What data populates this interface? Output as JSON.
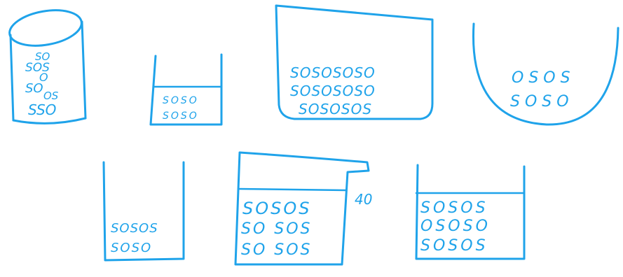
{
  "ink_color": "#1fa3ea",
  "containers": [
    {
      "id": "c1",
      "rows": [
        "SO",
        "SOS",
        "O",
        "SO",
        "OS",
        "SSO"
      ]
    },
    {
      "id": "c2",
      "rows": [
        "SOSO",
        "SOSO"
      ]
    },
    {
      "id": "c3",
      "rows": [
        "SOSOSOSO",
        "SOSOSOSO",
        "SOSOSOS"
      ]
    },
    {
      "id": "c4",
      "rows": [
        "OSOS",
        "SOSO"
      ]
    },
    {
      "id": "c5",
      "rows": [
        "SOSOS",
        "SOSO"
      ]
    },
    {
      "id": "c6",
      "rows": [
        "SOSOS",
        "SO SOS",
        "SO SOS"
      ],
      "annotation": "40"
    },
    {
      "id": "c7",
      "rows": [
        "SOSOS",
        "OSOSO",
        "SOSOS"
      ]
    }
  ]
}
